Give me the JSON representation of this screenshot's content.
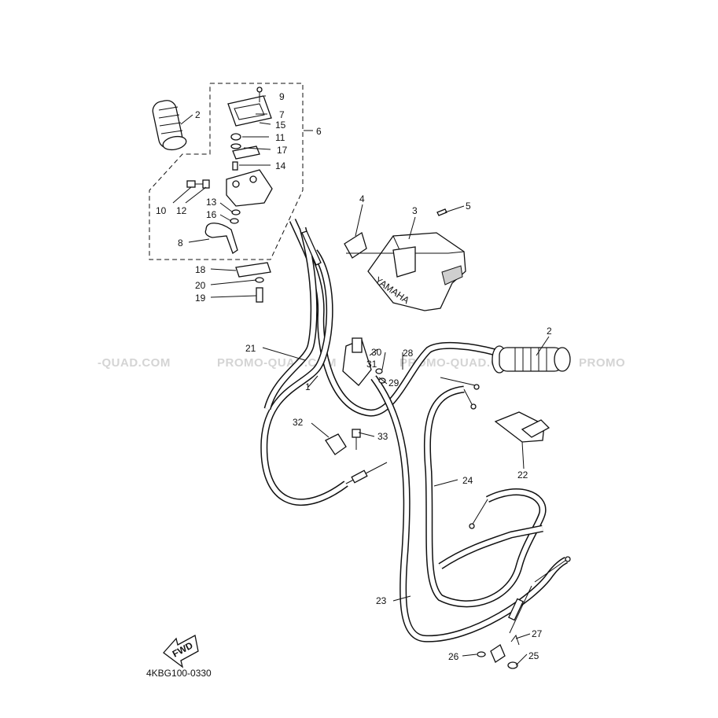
{
  "watermarks": [
    "-QUAD.COM",
    "PROMO-QUAD.COM",
    "PROMO-QUAD.COM",
    "PROMO"
  ],
  "part_labels": {
    "p1": "1",
    "p2a": "2",
    "p2b": "2",
    "p3": "3",
    "p4": "4",
    "p5": "5",
    "p6": "6",
    "p7": "7",
    "p8": "8",
    "p9": "9",
    "p10": "10",
    "p11": "11",
    "p12": "12",
    "p13": "13",
    "p14": "14",
    "p15": "15",
    "p16": "16",
    "p17": "17",
    "p18": "18",
    "p19": "19",
    "p20": "20",
    "p21": "21",
    "p22": "22",
    "p23": "23",
    "p24": "24",
    "p25": "25",
    "p26": "26",
    "p27": "27",
    "p28": "28",
    "p29": "29",
    "p30": "30",
    "p31": "31",
    "p32": "32",
    "p33": "33"
  },
  "cover_logo": "YAMAHA",
  "fwd_arrow": "FWD",
  "diagram_code": "4KBG100-0330"
}
